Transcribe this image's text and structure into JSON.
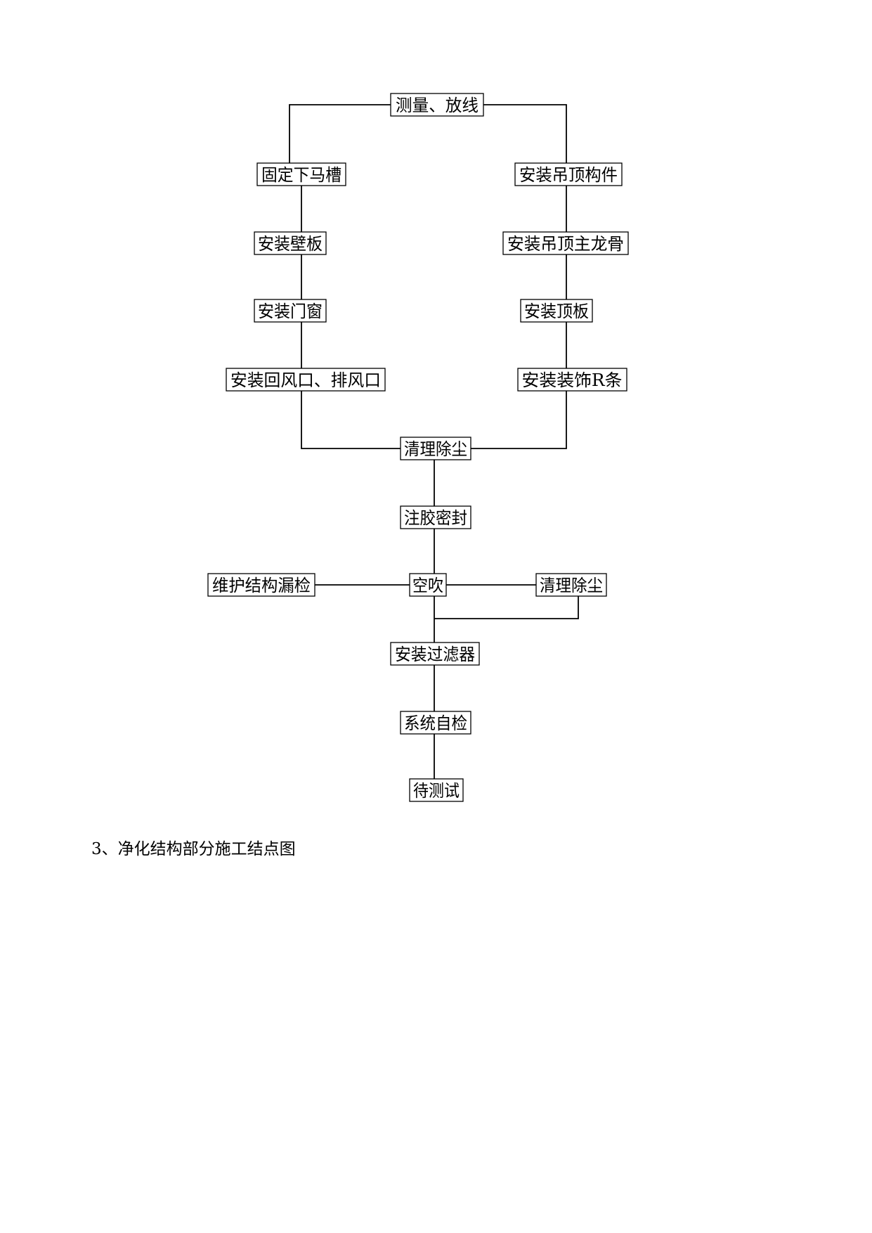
{
  "nodes": {
    "measure": "测量、放线",
    "fix_channel": "固定下马槽",
    "wall_panel": "安装壁板",
    "door_window": "安装门窗",
    "vents": "安装回风口、排风口",
    "ceiling_parts": "安装吊顶构件",
    "ceiling_main_keel": "安装吊顶主龙骨",
    "top_panel": "安装顶板",
    "r_strip": "安装装饰R条",
    "clean_1": "清理除尘",
    "sealant": "注胶密封",
    "air_blow": "空吹",
    "leak_check": "维护结构漏检",
    "clean_2": "清理除尘",
    "filter": "安装过滤器",
    "self_check": "系统自检",
    "pending_test": "待测试"
  },
  "caption": "3、净化结构部分施工结点图"
}
